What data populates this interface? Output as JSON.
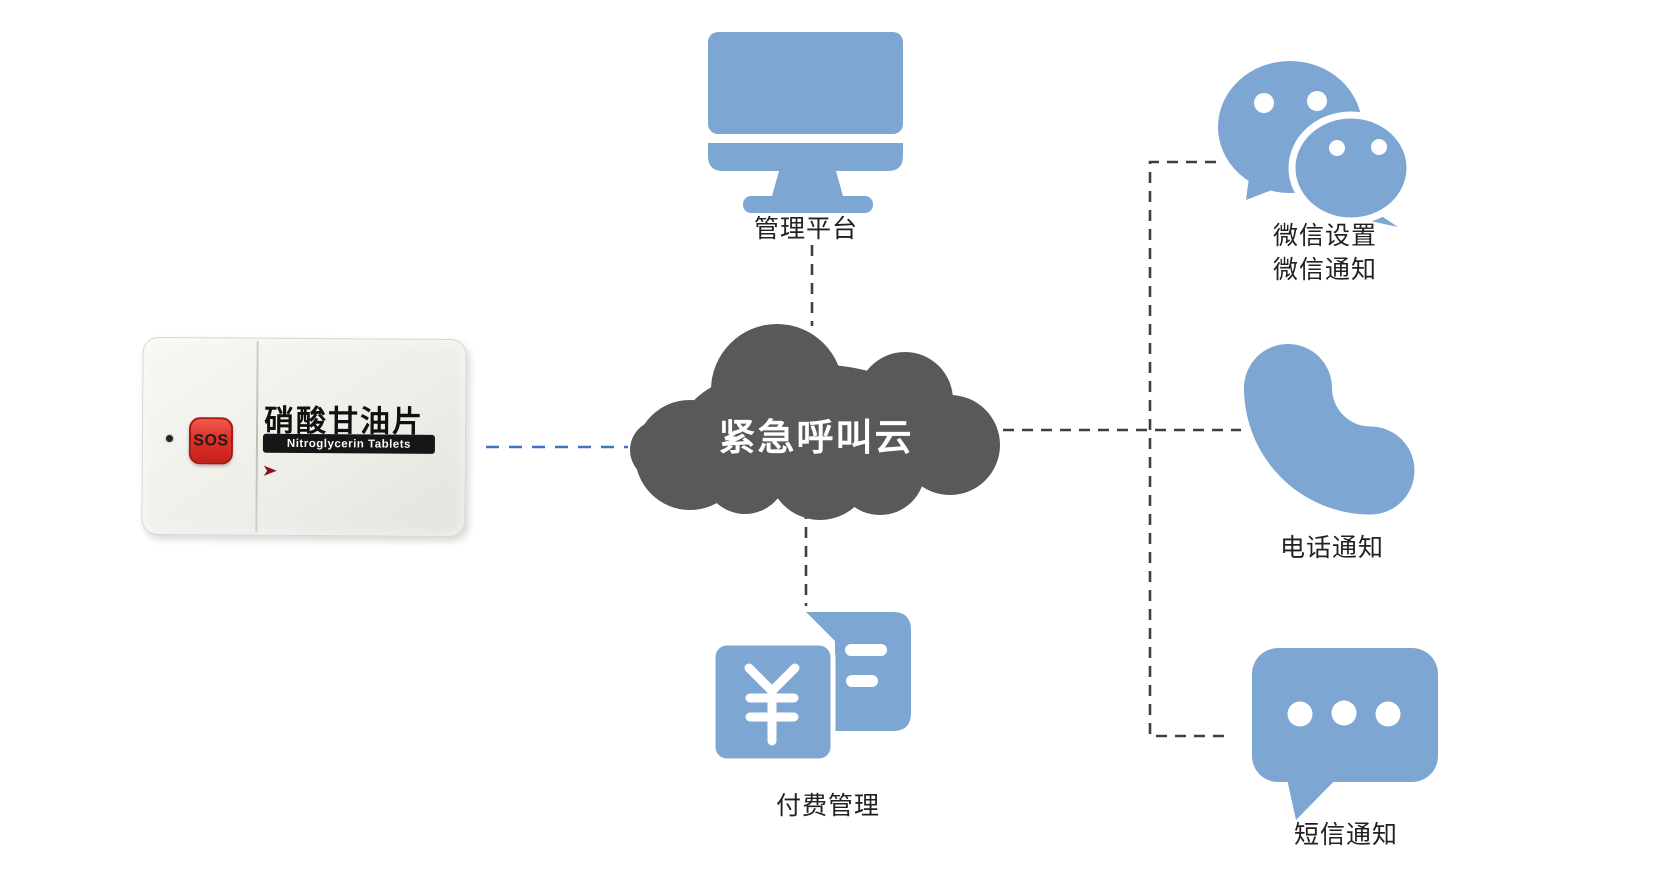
{
  "diagram": {
    "type": "architecture-diagram",
    "description_visible_text_only": true
  },
  "device": {
    "sos_label": "SOS",
    "title_cn": "硝酸甘油片",
    "title_en": "Nitroglycerin Tablets"
  },
  "cloud": {
    "label": "紧急呼叫云"
  },
  "nodes": {
    "platform": {
      "label": "管理平台",
      "icon": "desktop-monitor"
    },
    "payment": {
      "label": "付费管理",
      "icon": "yuan-invoice"
    },
    "wechat": {
      "labels": [
        "微信设置",
        "微信通知"
      ],
      "icon": "wechat-bubbles"
    },
    "phone": {
      "label": "电话通知",
      "icon": "phone-handset"
    },
    "sms": {
      "label": "短信通知",
      "icon": "sms-bubble"
    }
  },
  "colors": {
    "icon_blue": "#7EA6D3",
    "cloud_gray": "#595959",
    "connector_dark": "#3F3F3F",
    "connector_blue": "#4472C4",
    "sos_red": "#DF3028",
    "label_dark": "#212121"
  }
}
